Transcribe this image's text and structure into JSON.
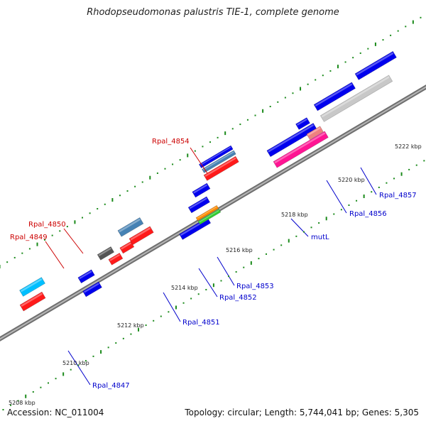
{
  "title": "Rhodopseudomonas palustris TIE-1, complete genome",
  "footer": {
    "accession": "Accession: NC_011004",
    "topology": "Topology: circular; Length: 5,744,041 bp; Genes: 5,305"
  },
  "colors": {
    "backbone": "#8c8c8c",
    "ticks": "#1a8a1a",
    "label_red": "#cc0000",
    "label_blue": "#0000cc"
  },
  "scale_labels": [
    "5208 kbp",
    "5210 kbp",
    "5212 kbp",
    "5214 kbp",
    "5216 kbp",
    "5218 kbp",
    "5220 kbp",
    "5222 kbp"
  ],
  "gene_labels": [
    {
      "text": "Rpal_4854",
      "color": "red"
    },
    {
      "text": "Rpal_4850",
      "color": "red"
    },
    {
      "text": "Rpal_4849",
      "color": "red"
    },
    {
      "text": "mutL",
      "color": "blue"
    },
    {
      "text": "Rpal_4856",
      "color": "blue"
    },
    {
      "text": "Rpal_4857",
      "color": "blue"
    },
    {
      "text": "Rpal_4853",
      "color": "blue"
    },
    {
      "text": "Rpal_4852",
      "color": "blue"
    },
    {
      "text": "Rpal_4851",
      "color": "blue"
    },
    {
      "text": "Rpal_4847",
      "color": "blue"
    }
  ]
}
